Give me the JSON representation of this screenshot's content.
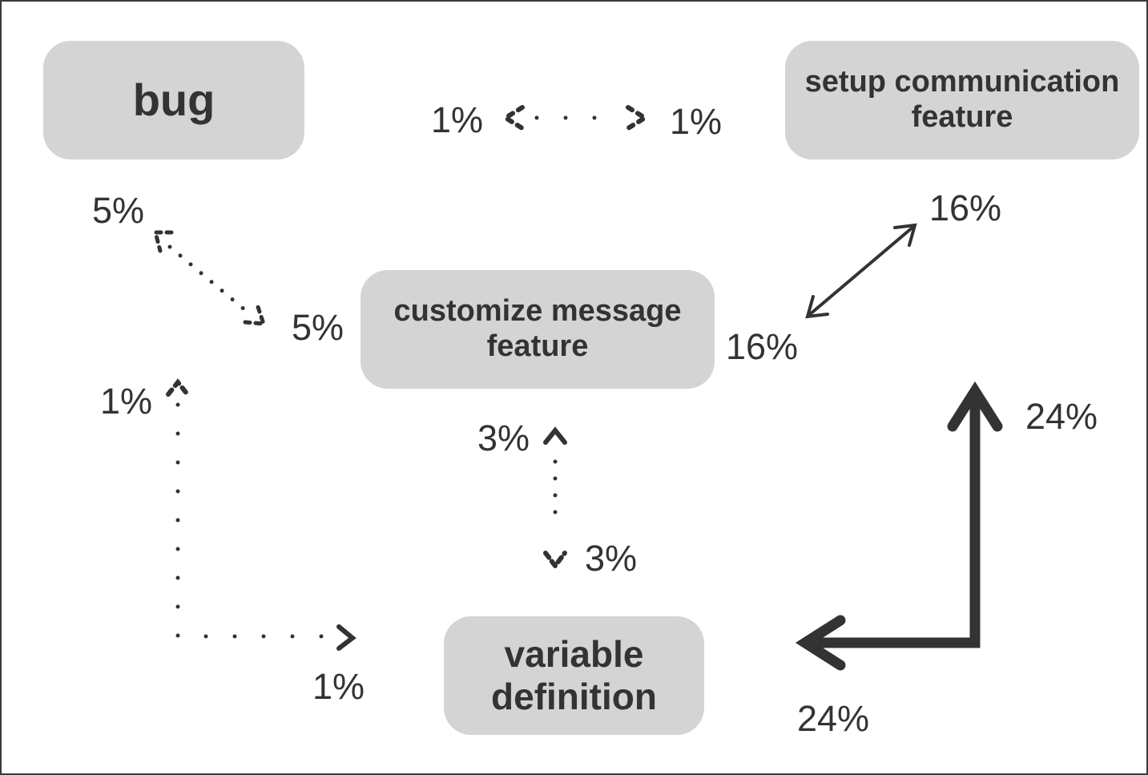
{
  "nodes": {
    "bug": "bug",
    "setup_communication_feature": [
      "setup communication",
      "feature"
    ],
    "customize_message_feature": [
      "customize message",
      "feature"
    ],
    "variable_definition": [
      "variable",
      "definition"
    ]
  },
  "edges": [
    {
      "from": "bug",
      "to": "setup_communication_feature",
      "from_label": "1%",
      "to_label": "1%",
      "style": "dotted"
    },
    {
      "from": "bug",
      "to": "customize_message_feature",
      "from_label": "5%",
      "to_label": "5%",
      "style": "dotted"
    },
    {
      "from": "setup_communication_feature",
      "to": "customize_message_feature",
      "from_label": "16%",
      "to_label": "16%",
      "style": "solid-thin"
    },
    {
      "from": "variable_definition",
      "to": "customize_message_feature",
      "from_label": "3%",
      "to_label": "3%",
      "style": "dotted"
    },
    {
      "from": "bug",
      "to": "variable_definition",
      "from_label": "1%",
      "to_label": "1%",
      "style": "dotted"
    },
    {
      "from": "variable_definition",
      "to": "setup_communication_feature",
      "from_label": "24%",
      "to_label": "24%",
      "style": "solid-thick"
    }
  ],
  "colors": {
    "node_fill": "#d4d4d4",
    "text": "#333333",
    "edge": "#333333",
    "border": "#3a3a3a"
  }
}
